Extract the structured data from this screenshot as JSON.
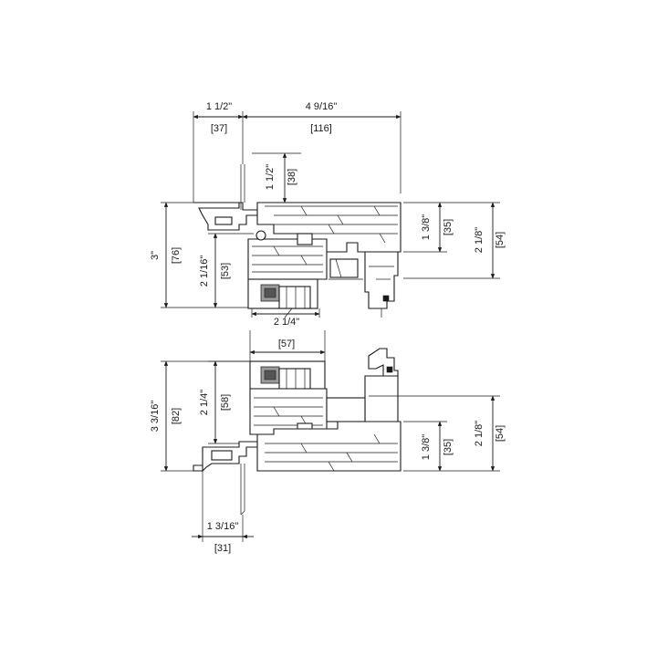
{
  "head_section": {
    "leaf_overlap": {
      "imperial": "1 1/2\"",
      "metric": "[37]"
    },
    "frame_depth": {
      "imperial": "4 9/16\"",
      "metric": "[116]"
    },
    "mullion_lip": {
      "imperial": "1 1/2\"",
      "metric": "[38]"
    },
    "overall_height": {
      "imperial": "3\"",
      "metric": "[76]"
    },
    "sash_height": {
      "imperial": "2 1/16\"",
      "metric": "[53]"
    },
    "jamb_lower": {
      "imperial": "1 3/8\"",
      "metric": "[35]"
    },
    "jamb_total": {
      "imperial": "2 1/8\"",
      "metric": "[54]"
    },
    "glazing_width": {
      "imperial": "2 1/4\""
    }
  },
  "sill_section": {
    "glazing_width": {
      "metric": "[57]"
    },
    "overall_height": {
      "imperial": "3 3/16\"",
      "metric": "[82]"
    },
    "sash_height": {
      "imperial": "2 1/4\"",
      "metric": "[58]"
    },
    "jamb_lower": {
      "imperial": "1 3/8\"",
      "metric": "[35]"
    },
    "jamb_total": {
      "imperial": "2 1/8\"",
      "metric": "[54]"
    },
    "nailing_fin": {
      "imperial": "1 3/16\"",
      "metric": "[31]"
    }
  }
}
